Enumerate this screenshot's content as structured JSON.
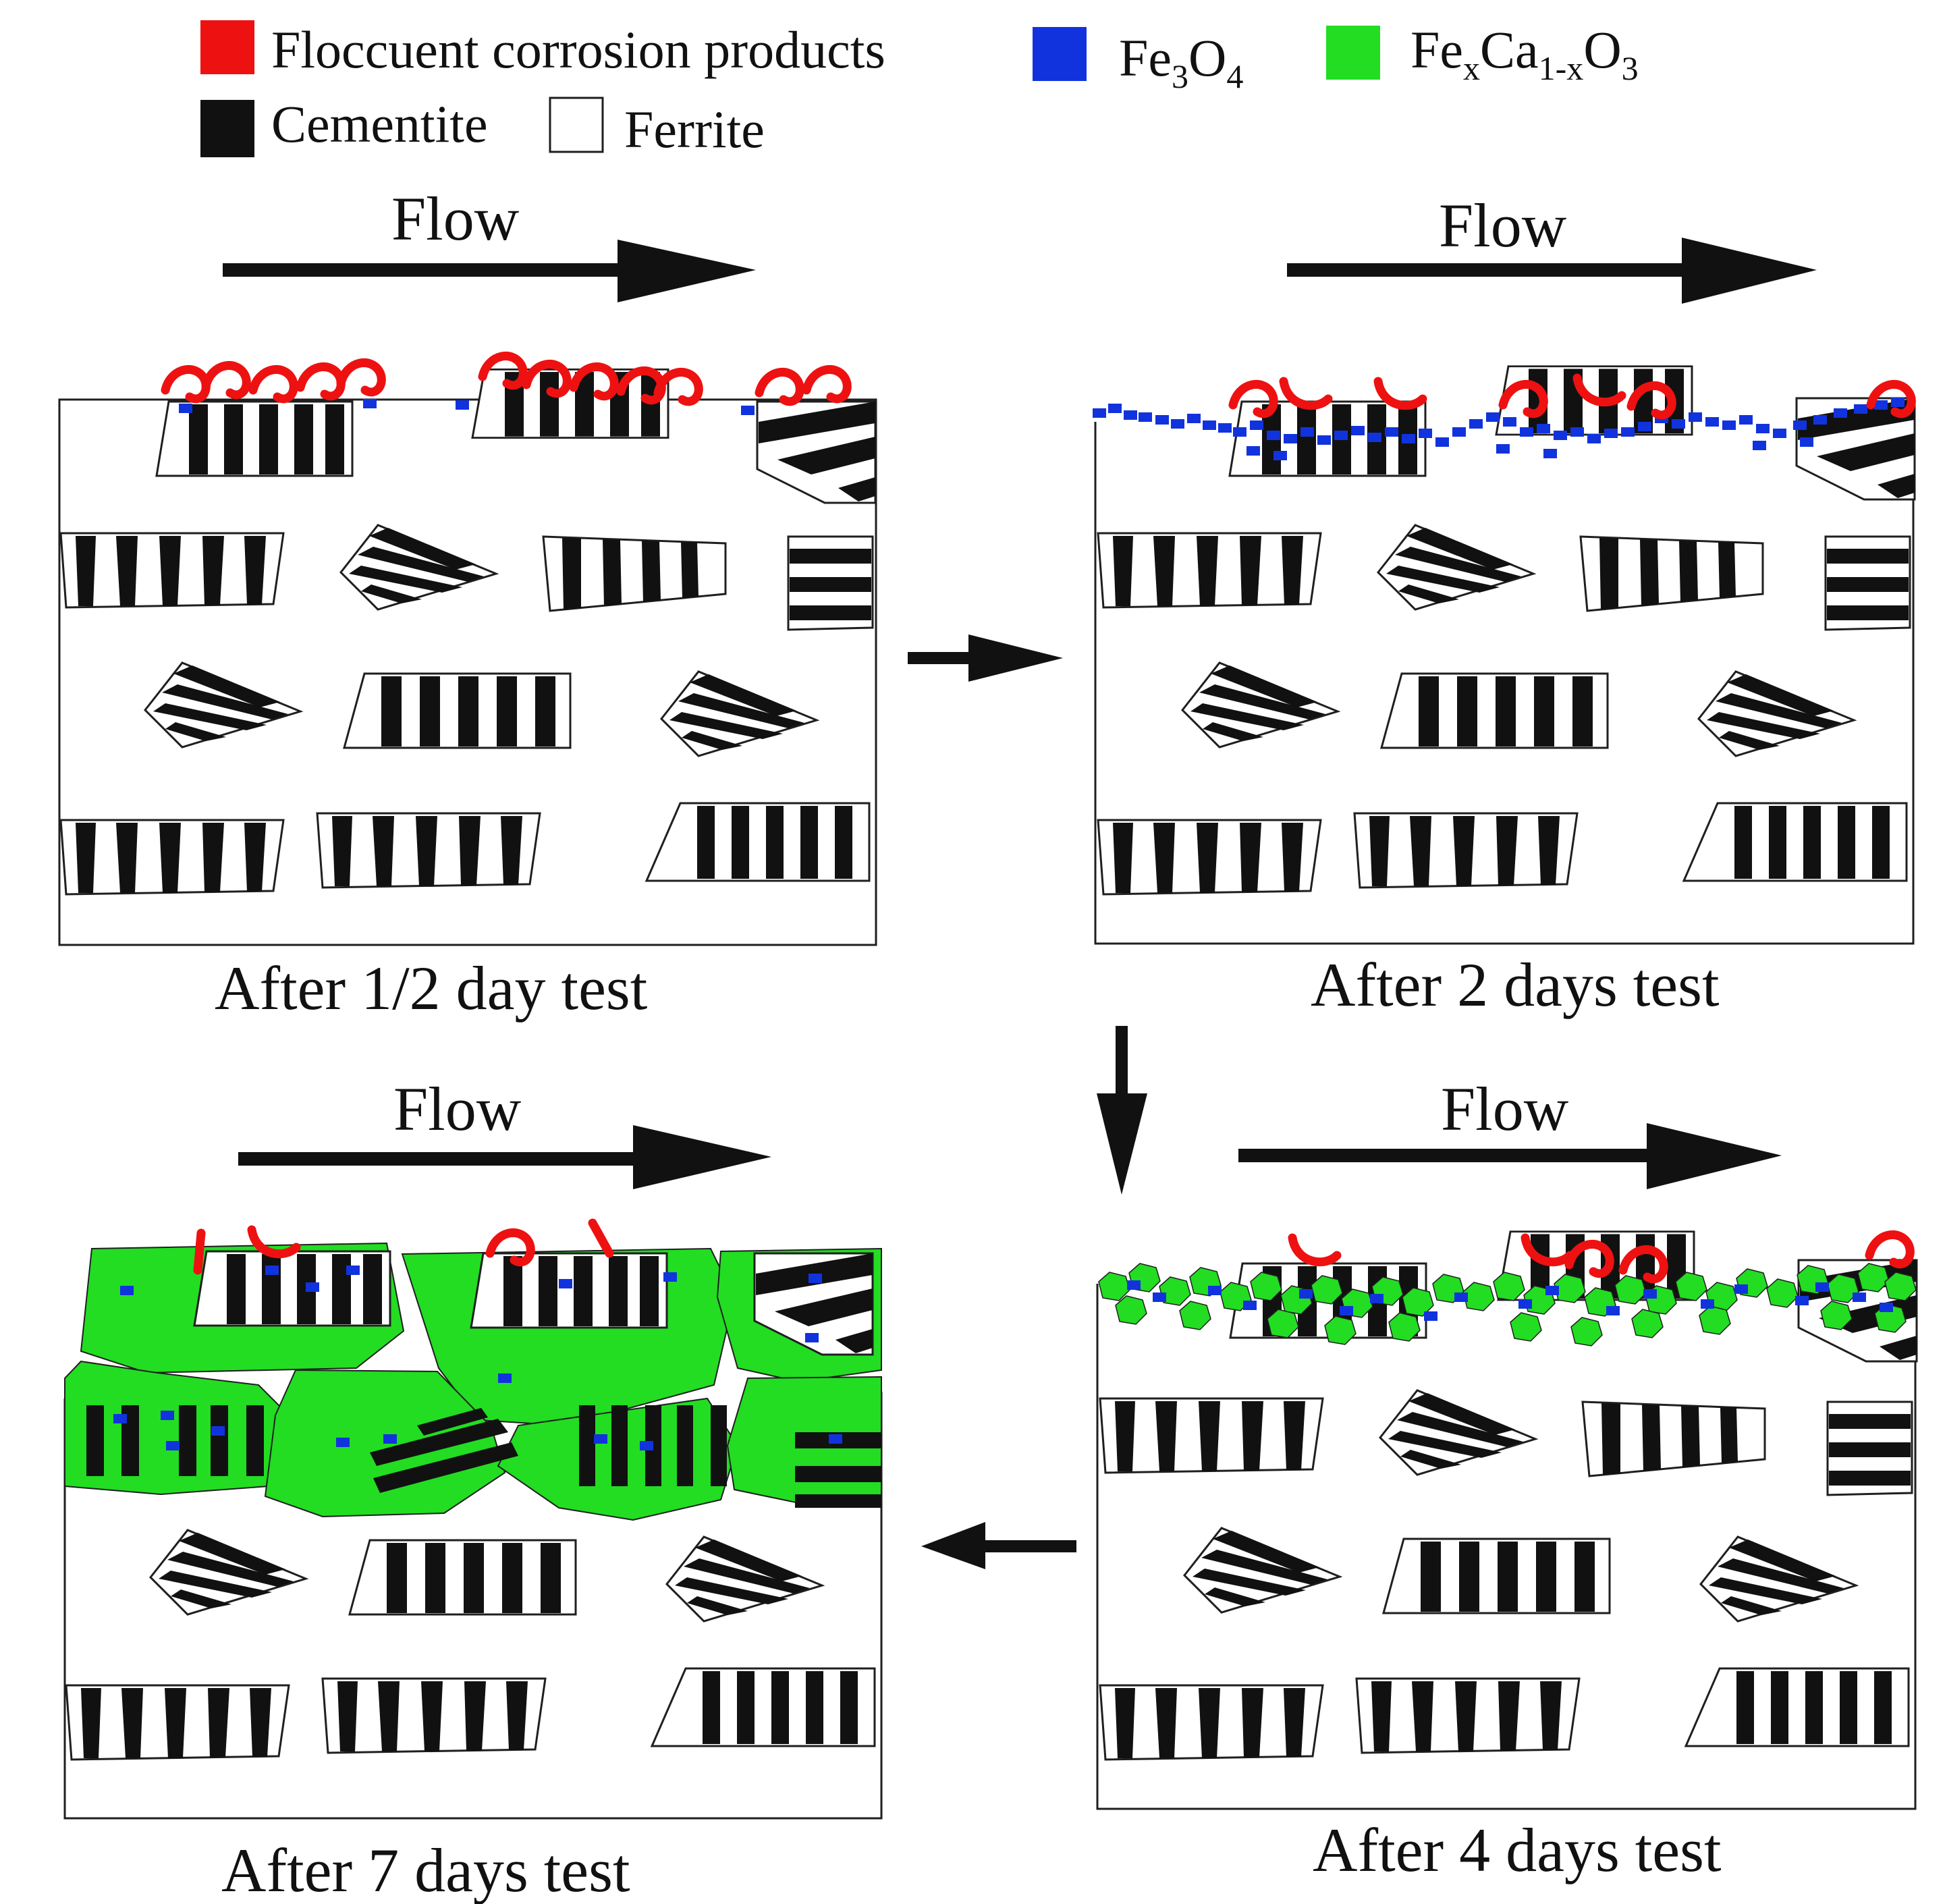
{
  "legend": {
    "floccuent": "Floccuent corrosion products",
    "fe3o4": {
      "base1": "Fe",
      "sub1": "3",
      "base2": "O",
      "sub2": "4"
    },
    "fexca": {
      "base1": "Fe",
      "sub1": "x",
      "base2": "Ca",
      "sub2": "1-x",
      "base3": "O",
      "sub3": "3"
    },
    "cementite": "Cementite",
    "ferrite": "Ferrite"
  },
  "flow_label": "Flow",
  "panels": [
    {
      "id": "p1",
      "caption": "After 1/2 day test",
      "stage": "floccuent"
    },
    {
      "id": "p2",
      "caption": "After 2 days test",
      "stage": "fe3o4"
    },
    {
      "id": "p3",
      "caption": "After 4 days test",
      "stage": "mixed"
    },
    {
      "id": "p4",
      "caption": "After 7 days test",
      "stage": "fexca"
    }
  ],
  "colors": {
    "floccuent": "#ee1111",
    "fe3o4": "#1133dd",
    "fexca": "#22dd22",
    "cementite": "#111111",
    "ferrite": "#ffffff",
    "outline": "#1f1f1f"
  },
  "sequence": [
    "After 1/2 day test",
    "After 2 days test",
    "After 4 days test",
    "After 7 days test"
  ]
}
